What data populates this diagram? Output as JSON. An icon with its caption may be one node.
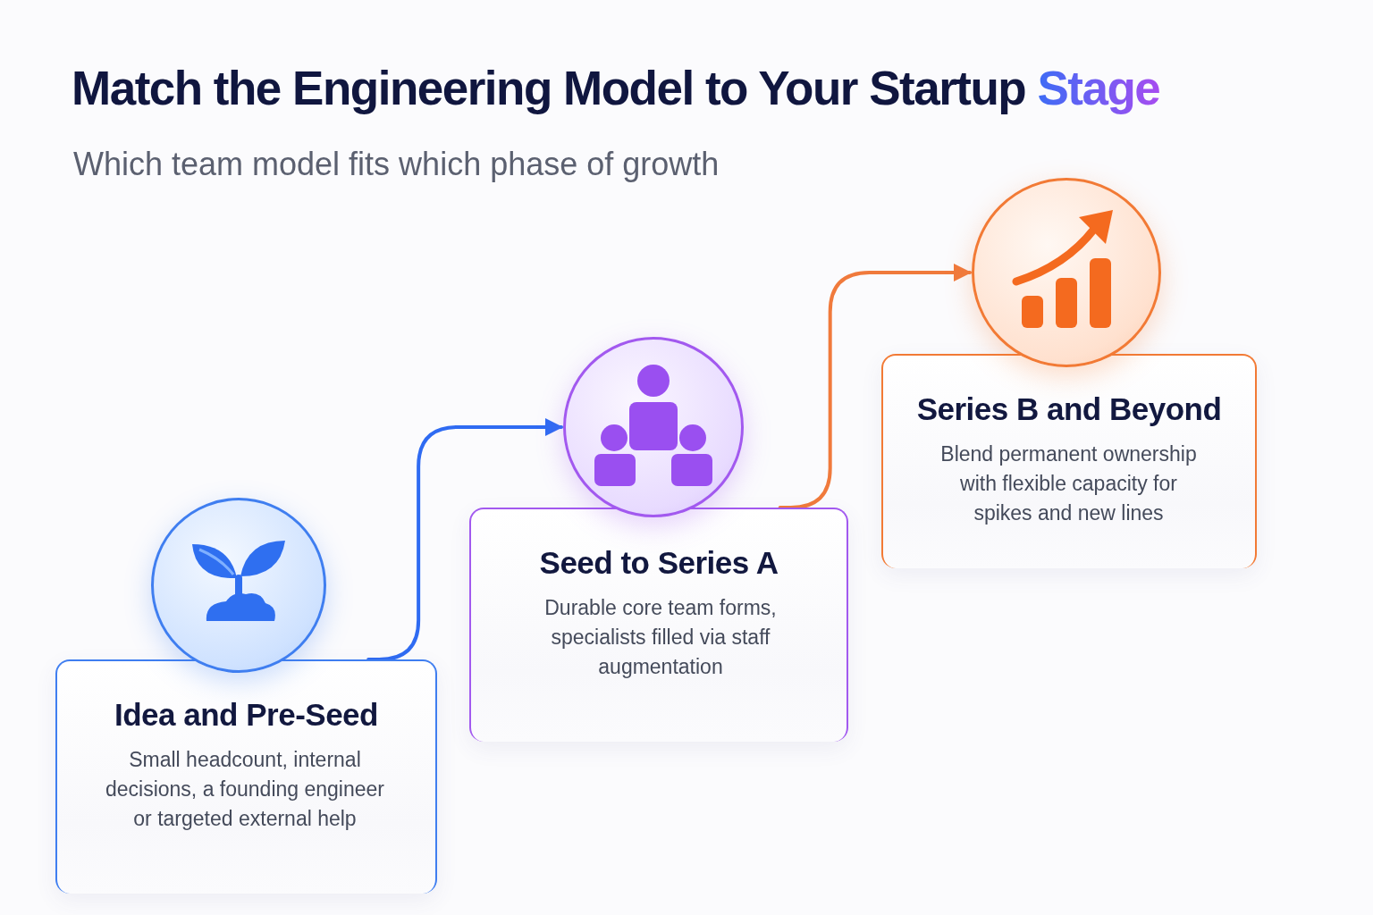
{
  "diagram": {
    "title": "Match the Engineering Model to Your Startup Stage",
    "nodes": [
      {
        "text": [],
        "shape": "circle"
      },
      {
        "text": [
          "Idea and Pre-Seed",
          "Small headcount, internal decisions, a founding engineer or targeted external help"
        ]
      },
      {
        "text": [],
        "shape": "circle"
      },
      {
        "text": [
          "Seed to Series A",
          "Durable core team forms, specialists filled via staff augmentation"
        ]
      },
      {
        "text": [],
        "shape": "circle"
      },
      {
        "text": [
          "Series B and Beyond",
          "Blend permanent ownership with flexible capacity for spikes and new lines"
        ]
      }
    ],
    "edges": [
      {
        "from": 1,
        "to": 2,
        "arrow": "to",
        "color": "#2f6bf2"
      },
      {
        "from": 3,
        "to": 4,
        "arrow": "to",
        "color": "#f07a3c"
      }
    ],
    "labels": [
      "Which team model fits which phase of growth"
    ]
  }
}
